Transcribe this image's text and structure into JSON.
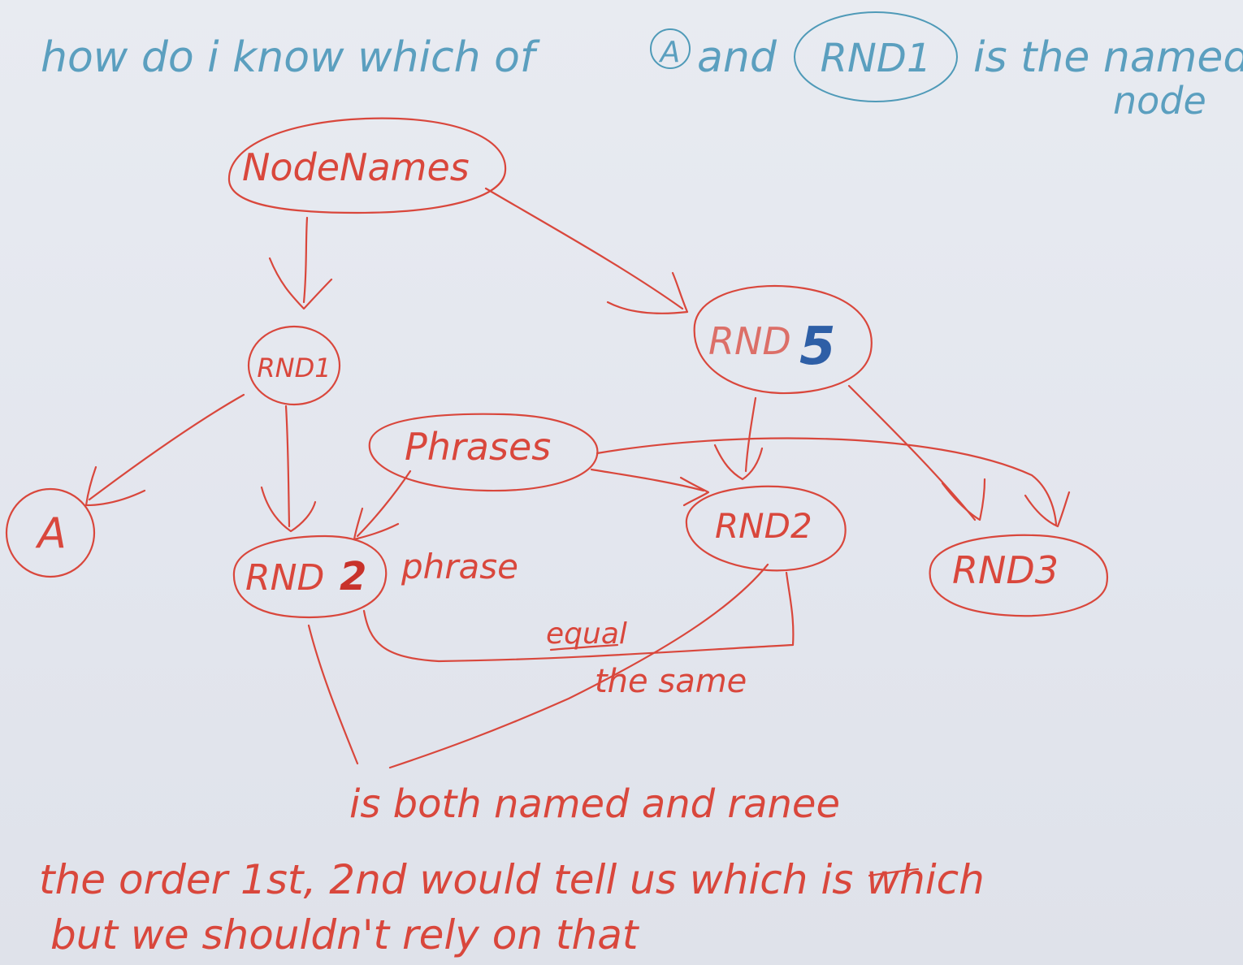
{
  "question": {
    "line1_a": "how do i know which of",
    "node_a": "A",
    "line1_b": "and",
    "node_rnd1": "RND1",
    "line1_c": "is the named",
    "line2": "node"
  },
  "nodes": {
    "nodenames": "NodeNames",
    "rnd1": "RND1",
    "rnd5_base": "RND",
    "rnd5_overwrite": "5",
    "a": "A",
    "phrases": "Phrases",
    "rnd2_left_base": "RND",
    "rnd2_left_overwrite": "2",
    "rnd2_right": "RND2",
    "rnd3": "RND3"
  },
  "edge_labels": {
    "phrase": "phrase",
    "equal": "equal",
    "the_same": "the same"
  },
  "notes": {
    "both": "is both named and ranee",
    "order_line1": "the order 1st, 2nd would tell us which is which",
    "order_line2": "but we shouldn't rely on that"
  },
  "colors": {
    "pencil_red": "#d9473c",
    "pencil_blue": "#5b9fbf",
    "ink_blue": "#2e5fa6",
    "paper": "#e6e9ef"
  }
}
